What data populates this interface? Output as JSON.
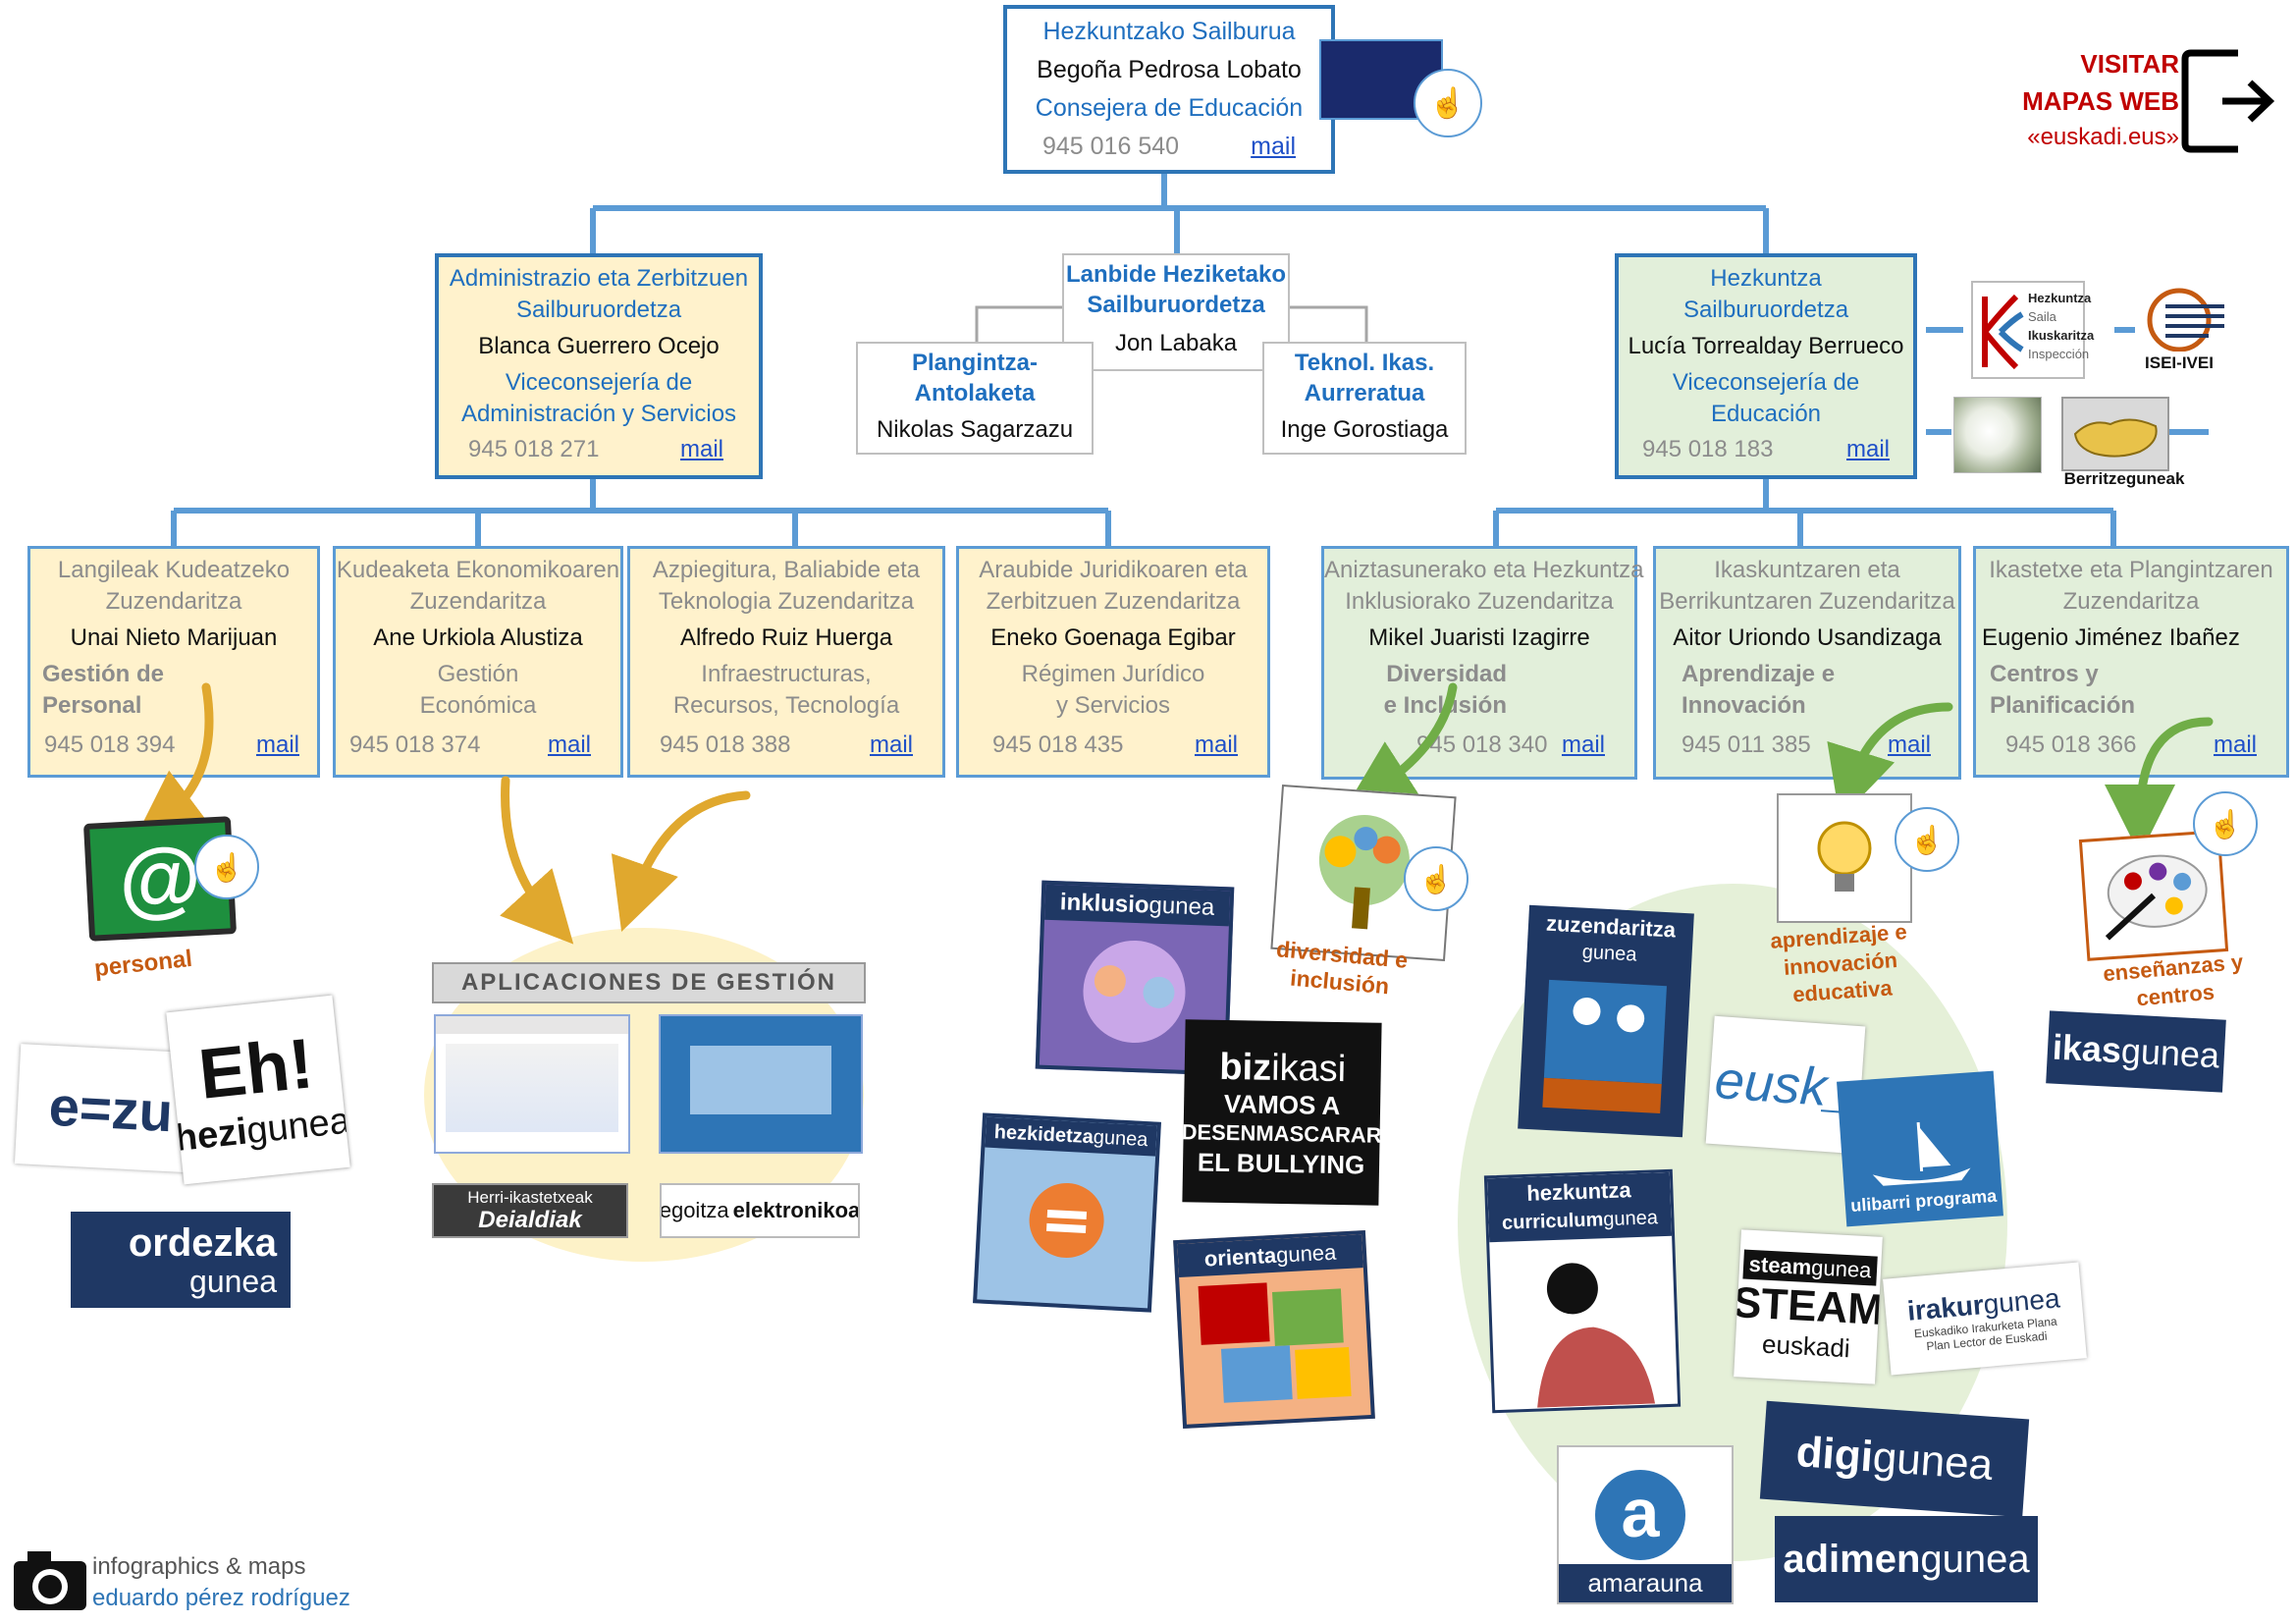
{
  "header": {
    "visit_line1": "VISITAR",
    "visit_line2": "MAPAS WEB",
    "visit_line3": "«euskadi.eus»"
  },
  "top": {
    "title_eu": "Hezkuntzako Sailburua",
    "name": "Begoña Pedrosa Lobato",
    "title_es": "Consejera de Educación",
    "phone": "945 016 540",
    "mail": "mail"
  },
  "vice_admin": {
    "title_eu_1": "Administrazio eta Zerbitzuen",
    "title_eu_2": "Sailburuordetza",
    "name": "Blanca Guerrero Ocejo",
    "title_es_1": "Viceconsejería de",
    "title_es_2": "Administración y Servicios",
    "phone": "945 018 271",
    "mail": "mail"
  },
  "vice_lanbide": {
    "title_1": "Lanbide Heziketako",
    "title_2": "Sailburuordetza",
    "name": "Jon Labaka"
  },
  "plangintza": {
    "title_1": "Plangintza-",
    "title_2": "Antolaketa",
    "name": "Nikolas Sagarzazu"
  },
  "teknol": {
    "title_1": "Teknol. Ikas.",
    "title_2": "Aurreratua",
    "name": "Inge Gorostiaga"
  },
  "vice_hezk": {
    "title_eu_1": "Hezkuntza",
    "title_eu_2": "Sailburuordetza",
    "name": "Lucía Torrealday Berrueco",
    "title_es_1": "Viceconsejería de",
    "title_es_2": "Educación",
    "phone": "945 018 183",
    "mail": "mail"
  },
  "directorates": [
    {
      "eu_1": "Langileak Kudeatzeko",
      "eu_2": "Zuzendaritza",
      "name": "Unai Nieto Marijuan",
      "es_1": "Gestión de",
      "es_2": "Personal",
      "phone": "945 018 394",
      "mail": "mail"
    },
    {
      "eu_1": "Kudeaketa Ekonomikoaren",
      "eu_2": "Zuzendaritza",
      "name": "Ane Urkiola Alustiza",
      "es_1": "Gestión",
      "es_2": "Económica",
      "phone": "945 018 374",
      "mail": "mail"
    },
    {
      "eu_1": "Azpiegitura, Baliabide eta",
      "eu_2": "Teknologia Zuzendaritza",
      "name": "Alfredo Ruiz Huerga",
      "es_1": "Infraestructuras,",
      "es_2": "Recursos, Tecnología",
      "phone": "945 018 388",
      "mail": "mail"
    },
    {
      "eu_1": "Araubide Juridikoaren eta",
      "eu_2": "Zerbitzuen Zuzendaritza",
      "name": "Eneko Goenaga Egibar",
      "es_1": "Régimen Jurídico",
      "es_2": "y Servicios",
      "phone": "945 018 435",
      "mail": "mail"
    },
    {
      "eu_1": "Aniztasunerako eta Hezkuntza",
      "eu_2": "Inklusiorako Zuzendaritza",
      "name": "Mikel Juaristi Izagirre",
      "es_1": "Diversidad",
      "es_2": "e Inclusión",
      "phone": "945 018 340",
      "mail": "mail"
    },
    {
      "eu_1": "Ikaskuntzaren eta",
      "eu_2": "Berrikuntzaren  Zuzendaritza",
      "name": "Aitor Uriondo Usandizaga",
      "es_1": "Aprendizaje e",
      "es_2": "Innovación",
      "phone": "945 011 385",
      "mail": "mail"
    },
    {
      "eu_1": "Ikastetxe eta Plangintzaren",
      "eu_2": "Zuzendaritza",
      "name": "Eugenio Jiménez Ibañez",
      "es_1": "Centros y",
      "es_2": "Planificación",
      "phone": "945 018 366",
      "mail": "mail"
    }
  ],
  "labels": {
    "personal": "personal",
    "diversidad_1": "diversidad e",
    "diversidad_2": "inclusión",
    "aprendizaje_1": "aprendizaje e",
    "aprendizaje_2": "innovación",
    "aprendizaje_3": "educativa",
    "ensenanzas_1": "enseñanzas y",
    "ensenanzas_2": "centros",
    "berritze": "Berritzeguneak",
    "isei": "ISEI-IVEI",
    "insp_1": "Hezkuntza",
    "insp_2": "Saila",
    "insp_3": "Ikuskaritza",
    "insp_4": "Inspección"
  },
  "apps": {
    "title": "APLICACIONES DE GESTIÓN",
    "herri_1": "Herri-ikastetxeak",
    "herri_2": "Deialdiak",
    "egoitza_1": "egoitza",
    "egoitza_2": "elektronikoa"
  },
  "logos": {
    "ezu": "e=zu",
    "eh": "Eh!",
    "hezigunea_1": "hezi",
    "hezigunea_2": "gunea",
    "ordezka_1": "ordezka",
    "ordezka_2": "gunea",
    "inklusio_1": "inklusio",
    "inklusio_2": "gunea",
    "bizikasi_1": "biz",
    "bizikasi_2": "ikasi",
    "bullying_1": "VAMOS A",
    "bullying_2": "DESENMASCARAR",
    "bullying_3": "EL BULLYING",
    "hezkidetza_1": "hezkidetza",
    "hezkidetza_2": "gunea",
    "orienta_1": "orienta",
    "orienta_2": "gunea",
    "zuzendaritza_1": "zuzendaritza",
    "zuzendaritza_2": "gunea",
    "curriculum_1": "hezkuntza",
    "curriculum_2": "curriculum",
    "curriculum_3": "gunea",
    "eusk": "eusk_",
    "ulibarri": "ulibarri programa",
    "steam_1": "steam",
    "steam_2": "gunea",
    "steam_3": "STEAM",
    "steam_4": "euskadi",
    "irakur_1": "irakur",
    "irakur_2": "gunea",
    "irakur_3": "Euskadiko Irakurketa Plana",
    "irakur_4": "Plan Lector de Euskadi",
    "digi_1": "digi",
    "digi_2": "gunea",
    "amarauna": "amarauna",
    "adimen_1": "adimen",
    "adimen_2": "gunea",
    "ikas_1": "ikas",
    "ikas_2": "gunea"
  },
  "credit": {
    "line1": "infographics & maps",
    "line2": "eduardo pérez rodríguez"
  },
  "colors": {
    "accent_blue": "#2e75b6",
    "box_yellow": "#fff2cc",
    "box_green": "#e2efda",
    "navy": "#1f3864",
    "red": "#c00000"
  }
}
